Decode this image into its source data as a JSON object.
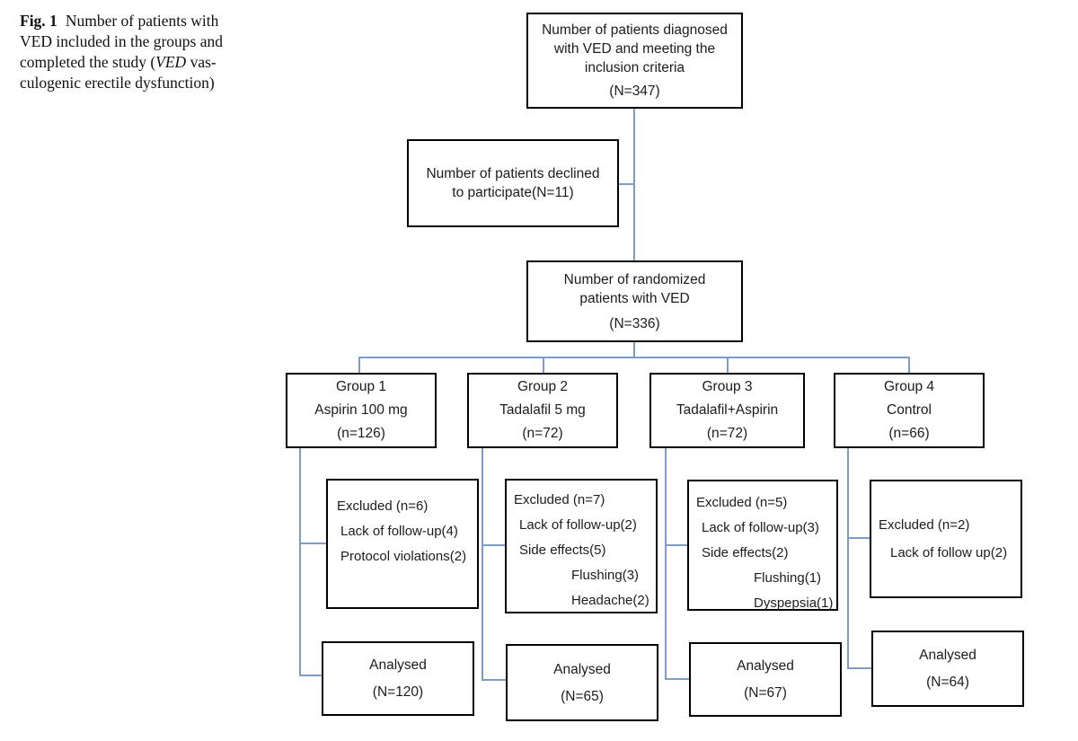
{
  "colors": {
    "connector": "#7e9dc6",
    "box_border": "#000000",
    "text": "#1c1c1c"
  },
  "caption": {
    "fig_label": "Fig. 1",
    "line1": "Number of patients with",
    "line2": "VED included in the groups and",
    "line3_pre": "completed the study (",
    "line3_em": "VED",
    "line3_post": " vas-",
    "line4": "culogenic erectile dysfunction)"
  },
  "flow": {
    "diagnosed": {
      "text": "Number of patients diagnosed with VED and meeting the inclusion criteria",
      "n": "(N=347)"
    },
    "declined": {
      "text": "Number of patients declined to participate(N=11)"
    },
    "randomized": {
      "text": "Number of randomized patients with VED",
      "n": "(N=336)"
    },
    "groups": [
      {
        "name": "Group 1",
        "treatment": "Aspirin 100 mg",
        "n": "(n=126)",
        "excluded": {
          "title": "Excluded (n=6)",
          "items": [
            "Lack of follow-up(4)",
            "Protocol violations(2)"
          ]
        },
        "analysed": {
          "label": "Analysed",
          "n": "(N=120)"
        }
      },
      {
        "name": "Group 2",
        "treatment": "Tadalafil 5 mg",
        "n": "(n=72)",
        "excluded": {
          "title": "Excluded (n=7)",
          "items": [
            "Lack of follow-up(2)",
            "Side effects(5)",
            "Flushing(3)",
            "Headache(2)"
          ]
        },
        "analysed": {
          "label": "Analysed",
          "n": "(N=65)"
        }
      },
      {
        "name": "Group 3",
        "treatment": "Tadalafil+Aspirin",
        "n": "(n=72)",
        "excluded": {
          "title": "Excluded (n=5)",
          "items": [
            "Lack of follow-up(3)",
            "Side effects(2)",
            "Flushing(1)",
            "Dyspepsia(1)"
          ]
        },
        "analysed": {
          "label": "Analysed",
          "n": "(N=67)"
        }
      },
      {
        "name": "Group 4",
        "treatment": "Control",
        "n": "(n=66)",
        "excluded": {
          "title": "Excluded (n=2)",
          "items": [
            "Lack of follow up(2)"
          ]
        },
        "analysed": {
          "label": "Analysed",
          "n": "(N=64)"
        }
      }
    ]
  }
}
